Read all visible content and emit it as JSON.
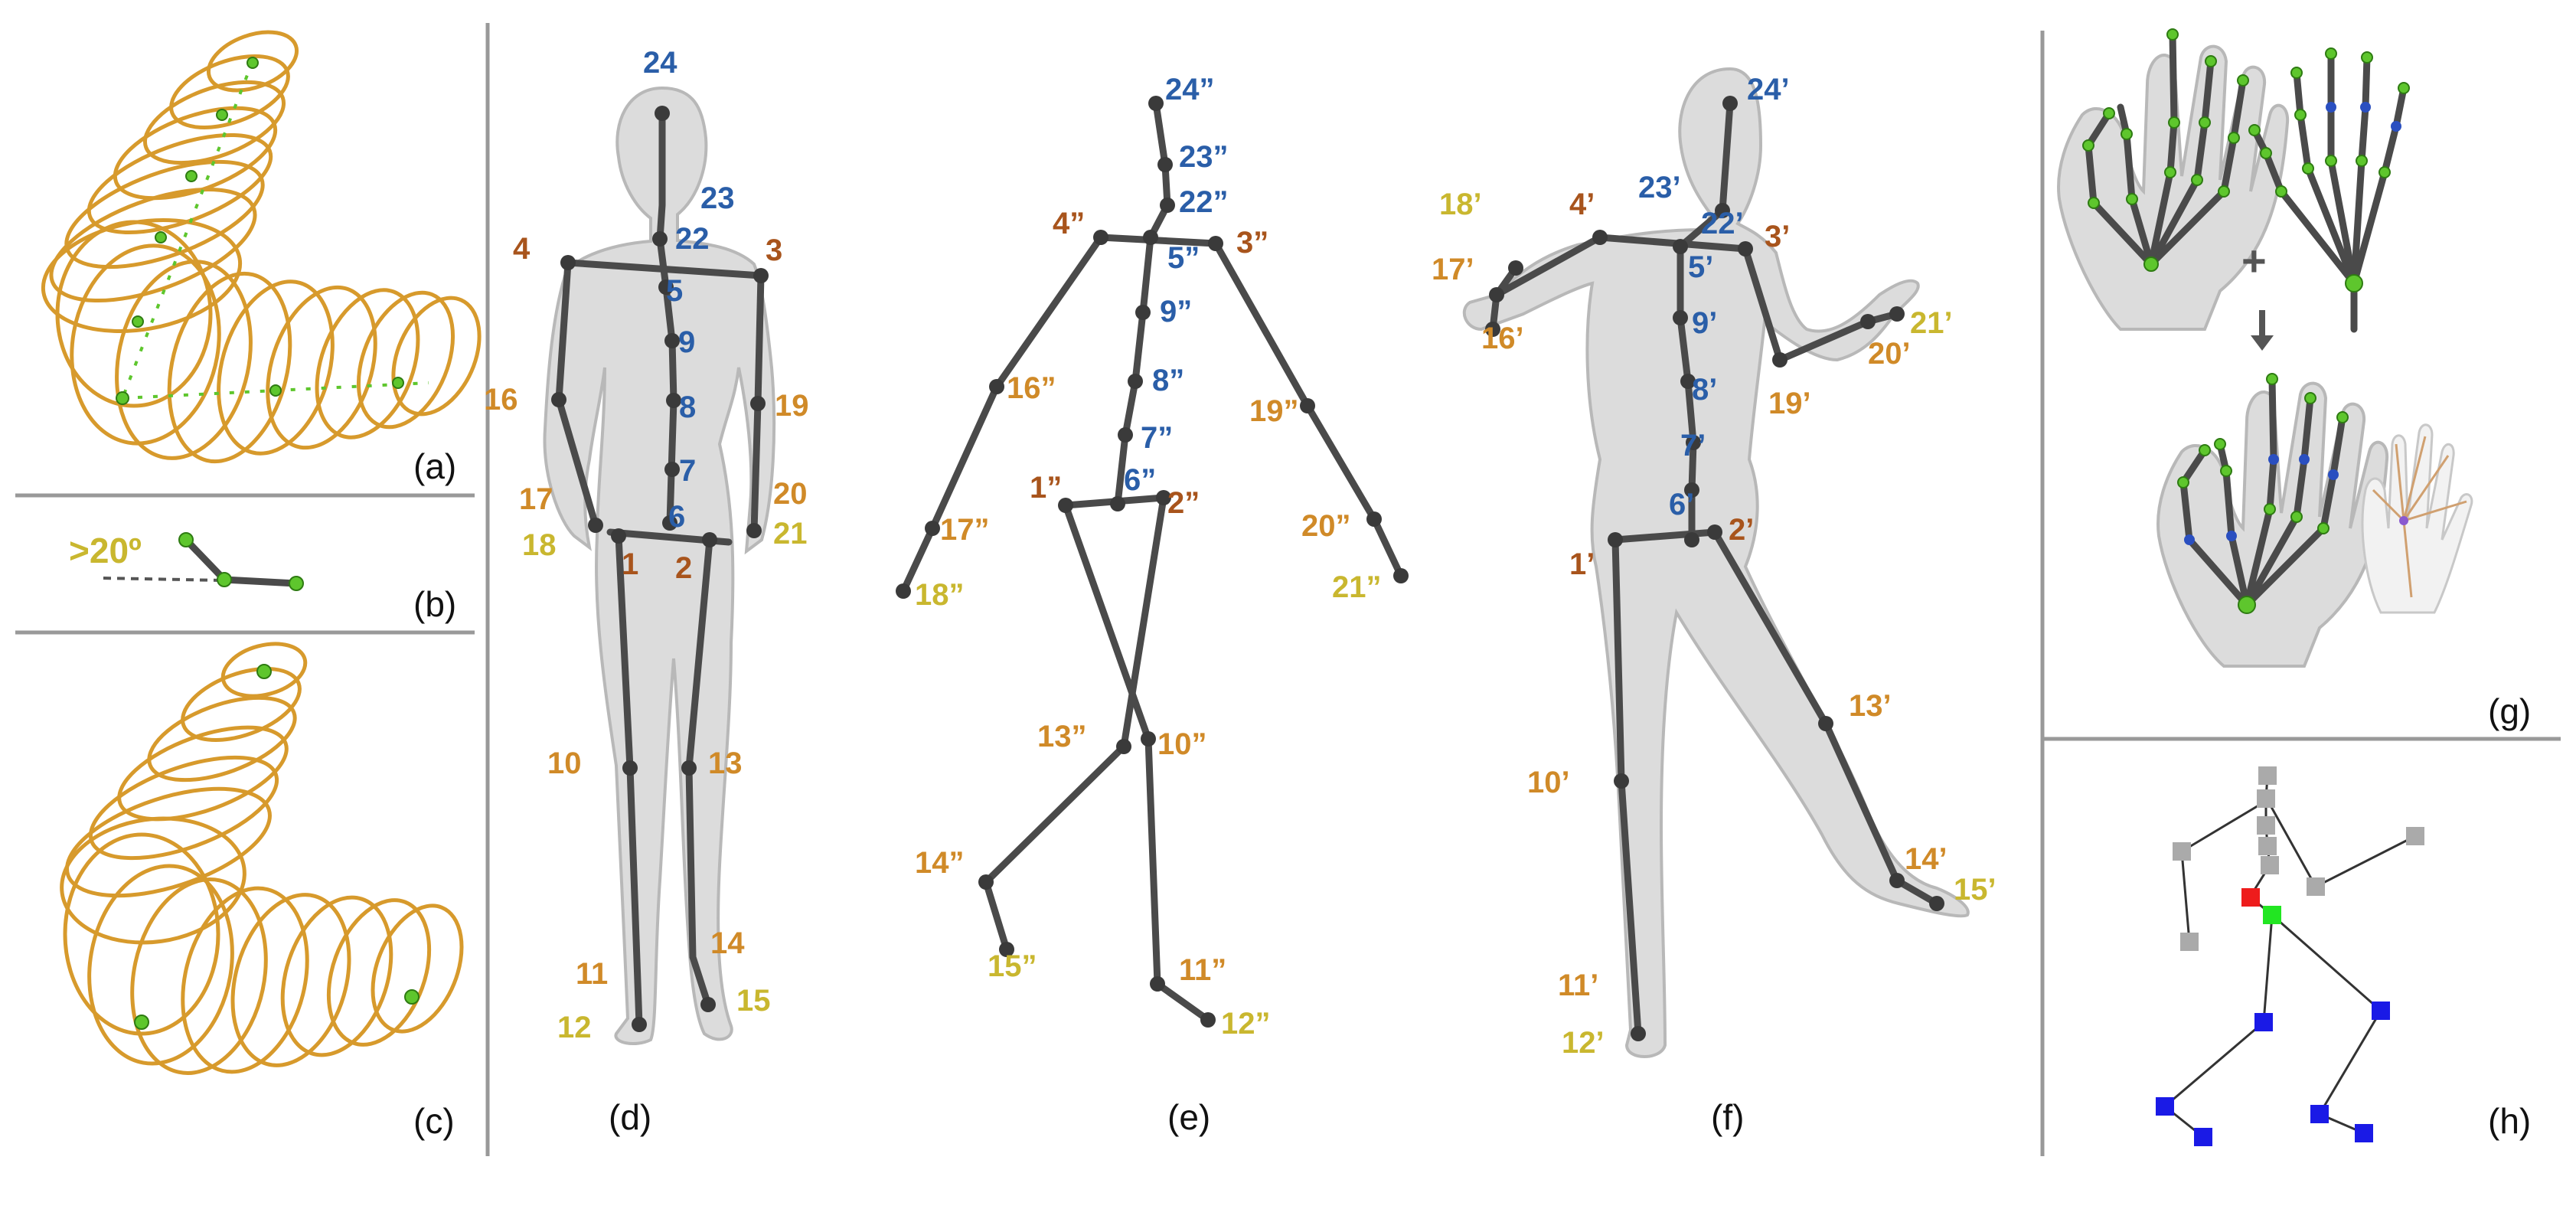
{
  "colors": {
    "blue": "#2a5ea8",
    "brown": "#a8541c",
    "orange": "#d08a28",
    "yellow": "#c9b72f",
    "coil": "#d79a2c",
    "joint_green": "#5ec62d",
    "divider": "#999999"
  },
  "captions": {
    "a": "(a)",
    "b": "(b)",
    "c": "(c)",
    "d": "(d)",
    "e": "(e)",
    "f": "(f)",
    "g": "(g)",
    "h": "(h)"
  },
  "panel_b": {
    "angle_label": ">20º"
  },
  "panel_g": {
    "plus": "+"
  },
  "panel_d_labels": {
    "j24": "24",
    "j23": "23",
    "j22": "22",
    "j4": "4",
    "j3": "3",
    "j5": "5",
    "j9": "9",
    "j8": "8",
    "j7": "7",
    "j6": "6",
    "j16": "16",
    "j19": "19",
    "j17": "17",
    "j18": "18",
    "j20": "20",
    "j21": "21",
    "j1": "1",
    "j2": "2",
    "j10": "10",
    "j13": "13",
    "j11": "11",
    "j14": "14",
    "j12": "12",
    "j15": "15"
  },
  "panel_e_labels": {
    "j24": "24”",
    "j23": "23”",
    "j22": "22”",
    "j4": "4”",
    "j3": "3”",
    "j5": "5”",
    "j9": "9”",
    "j8": "8”",
    "j7": "7”",
    "j6": "6”",
    "j16": "16”",
    "j19": "19”",
    "j17": "17”",
    "j18": "18”",
    "j20": "20”",
    "j21": "21”",
    "j1": "1”",
    "j2": "2”",
    "j13": "13”",
    "j10": "10”",
    "j14": "14”",
    "j15": "15”",
    "j11": "11”",
    "j12": "12”"
  },
  "panel_f_labels": {
    "j24": "24’",
    "j23": "23’",
    "j22": "22’",
    "j18": "18’",
    "j4": "4’",
    "j17": "17’",
    "j3": "3’",
    "j5": "5’",
    "j16": "16’",
    "j9": "9’",
    "j21": "21’",
    "j20": "20’",
    "j8": "8’",
    "j19": "19’",
    "j7": "7’",
    "j6": "6’",
    "j2": "2’",
    "j1": "1’",
    "j13": "13’",
    "j10": "10’",
    "j14": "14’",
    "j15": "15’",
    "j11": "11’",
    "j12": "12’"
  }
}
